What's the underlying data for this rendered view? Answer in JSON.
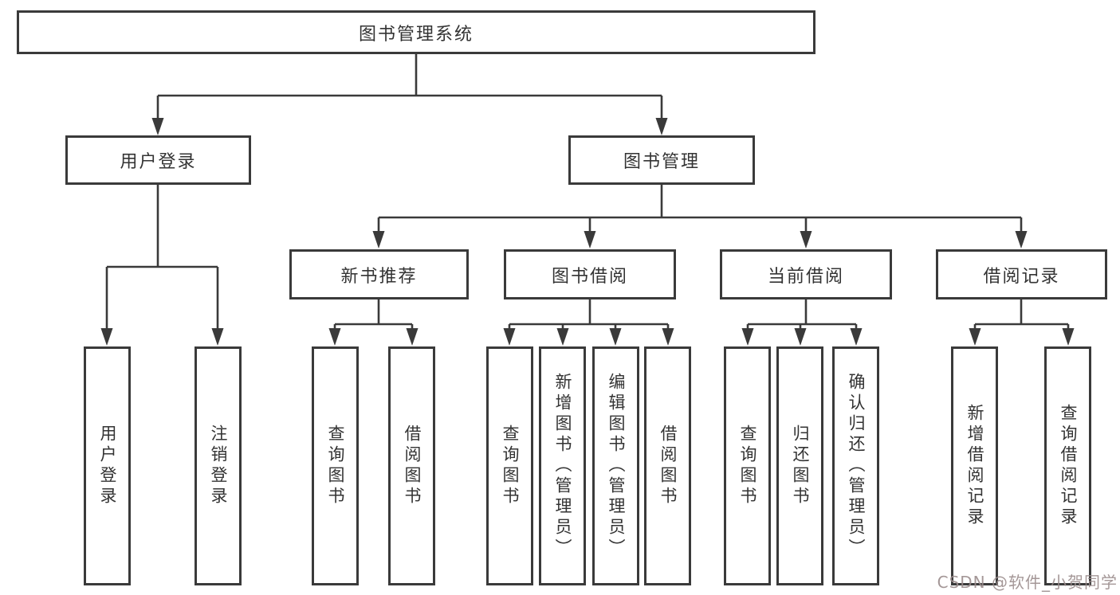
{
  "tree": {
    "root": "图书管理系统",
    "level2": {
      "user_login": "用户登录",
      "book_management": "图书管理"
    },
    "level3": {
      "new_book_recommend": "新书推荐",
      "book_borrow": "图书借阅",
      "current_borrow": "当前借阅",
      "borrow_record": "借阅记录"
    },
    "leaves": {
      "user_login": [
        "用户登录",
        "注销登录"
      ],
      "new_book_recommend": [
        "查询图书",
        "借阅图书"
      ],
      "book_borrow": [
        "查询图书",
        "新增图书（管理员）",
        "编辑图书（管理员）",
        "借阅图书"
      ],
      "current_borrow": [
        "查询图书",
        "归还图书",
        "确认归还（管理员）"
      ],
      "borrow_record": [
        "新增借阅记录",
        "查询借阅记录"
      ]
    }
  },
  "watermark": {
    "text": "CSDN @软件_小贺同学"
  },
  "colors": {
    "background": "#ffffff",
    "box_fill": "#ffffff",
    "line": "#3a3a3a",
    "text": "#333333",
    "watermark": "#9a8c8c"
  }
}
